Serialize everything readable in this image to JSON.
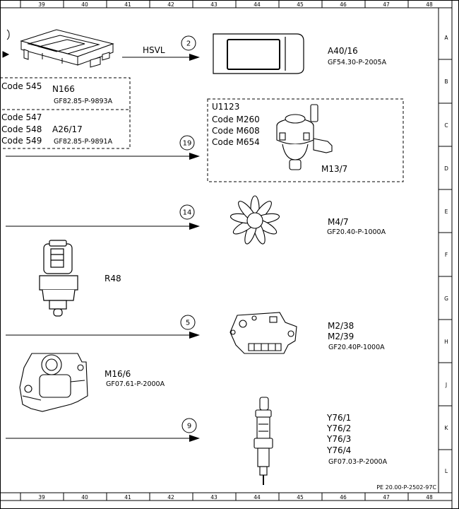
{
  "grid": {
    "columns": [
      "39",
      "40",
      "41",
      "42",
      "43",
      "44",
      "45",
      "46",
      "47",
      "48"
    ],
    "rows": [
      "A",
      "B",
      "C",
      "D",
      "E",
      "F",
      "G",
      "H",
      "J",
      "K",
      "L"
    ]
  },
  "drawing_id": "PE 20.00-P-2502-97C",
  "signal_labels": {
    "hsvl": "HSVL"
  },
  "connections": {
    "c2": "2",
    "c19": "19",
    "c14": "14",
    "c5": "5",
    "c9": "9"
  },
  "left_components": {
    "n166": {
      "code": "Code 545",
      "label": "N166",
      "ref": "GF82.85-P-9893A"
    },
    "a26_17": {
      "codes": [
        "Code 547",
        "Code 548",
        "Code 549"
      ],
      "label": "A26/17",
      "ref": "GF82.85-P-9891A"
    },
    "r48": {
      "label": "R48"
    },
    "m16_6": {
      "label": "M16/6",
      "ref": "GF07.61-P-2000A"
    }
  },
  "right_components": {
    "a40_16": {
      "label": "A40/16",
      "ref": "GF54.30-P-2005A"
    },
    "u1123": {
      "lines": [
        "U1123",
        "Code M260",
        "Code M608",
        "Code M654"
      ],
      "label": "M13/7"
    },
    "m4_7": {
      "label": "M4/7",
      "ref": "GF20.40-P-1000A"
    },
    "m2_38": {
      "labels": [
        "M2/38",
        "M2/39"
      ],
      "ref": "GF20.40P-1000A"
    },
    "y76": {
      "labels": [
        "Y76/1",
        "Y76/2",
        "Y76/3",
        "Y76/4"
      ],
      "ref": "GF07.03-P-2000A"
    }
  }
}
